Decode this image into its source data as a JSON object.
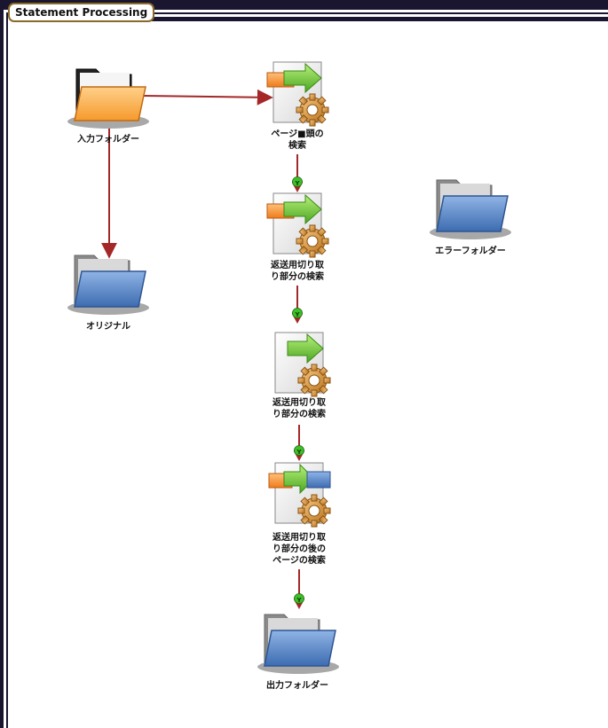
{
  "window": {
    "title": "Statement Processing"
  },
  "colors": {
    "connector": "#a42828",
    "yes_badge": "#3fbf2a",
    "orange_folder": "#f7a84a",
    "blue_folder": "#4f7fc2"
  },
  "nodes": {
    "input_folder": {
      "label": "入力フォルダー",
      "icon": "orange-folder-icon"
    },
    "original": {
      "label": "オリジナル",
      "icon": "blue-folder-icon"
    },
    "error_folder": {
      "label": "エラーフォルダー",
      "icon": "blue-folder-icon"
    },
    "output_folder": {
      "label": "出力フォルダー",
      "icon": "blue-folder-icon"
    },
    "step1": {
      "label": "ページ■頭の\n検索",
      "icon": "process-gear-icon"
    },
    "step2": {
      "label": "返送用切り取\nり部分の検索",
      "icon": "process-gear-icon"
    },
    "step3": {
      "label": "返送用切り取\nり部分の検索",
      "icon": "process-gear-icon"
    },
    "step4": {
      "label": "返送用切り取\nり部分の後の\nページの検索",
      "icon": "process-gear-icon"
    }
  },
  "connectors": {
    "yes_label": "Y"
  }
}
